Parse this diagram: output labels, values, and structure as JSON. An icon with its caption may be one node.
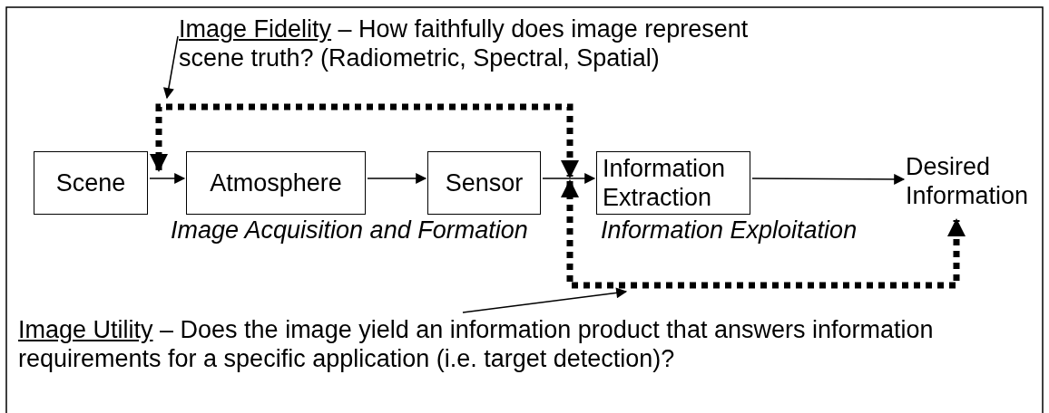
{
  "diagram": {
    "nodes": [
      {
        "text": [
          "Scene"
        ]
      },
      {
        "text": [
          "Atmosphere"
        ]
      },
      {
        "text": [
          "Sensor"
        ]
      },
      {
        "text": [
          "Information Extraction"
        ]
      },
      {
        "text": [
          "Desired Information"
        ]
      },
      {
        "text": [
          "Image Fidelity",
          "– How faithfully does image represent scene truth? (Radiometric, Spectral, Spatial)"
        ]
      },
      {
        "text": [
          "Image Utility",
          "– Does the image yield an information product that answers information requirements for a specific application (i.e. target detection)?"
        ]
      }
    ],
    "edges": [
      {
        "from": 0,
        "to": 1,
        "arrow": "to"
      },
      {
        "from": 1,
        "to": 2,
        "arrow": "to"
      },
      {
        "from": 2,
        "to": 3,
        "arrow": "to"
      },
      {
        "from": 3,
        "to": 4,
        "arrow": "to"
      },
      {
        "from": 1,
        "to": 3,
        "arrow": "both",
        "style": "dashed"
      },
      {
        "from": 3,
        "to": 4,
        "arrow": "both",
        "style": "dashed"
      },
      {
        "from": 5,
        "to": null,
        "arrow": "to"
      },
      {
        "from": 6,
        "to": null,
        "arrow": "to"
      }
    ],
    "labels": [
      "Image Acquisition and Formation",
      "Information Exploitation"
    ]
  }
}
